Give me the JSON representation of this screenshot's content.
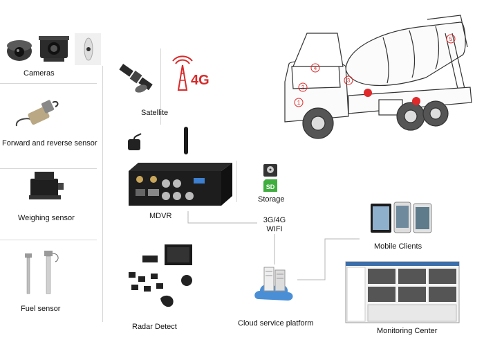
{
  "left_column": {
    "cameras_label": "Cameras",
    "forward_reverse_label": "Forward and reverse sensor",
    "weighing_label": "Weighing sensor",
    "fuel_label": "Fuel sensor"
  },
  "center": {
    "satellite_label": "Satellite",
    "mdvr_label": "MDVR",
    "storage_label": "Storage",
    "sd_text": "SD",
    "network_line1": "3G/4G",
    "network_line2": "WIFI",
    "cellular_text": "4G",
    "radar_label": "Radar Detect",
    "cloud_label": "Cloud service platform"
  },
  "right": {
    "mobile_label": "Mobile Clients",
    "monitoring_label": "Monitoring Center",
    "truck_markers": [
      "1",
      "2",
      "3",
      "4",
      "5"
    ]
  },
  "colors": {
    "accent_red": "#e0292a",
    "sd_green": "#3fae3f",
    "device_black": "#1d1d1d",
    "cloud_blue": "#4a8fd6"
  }
}
